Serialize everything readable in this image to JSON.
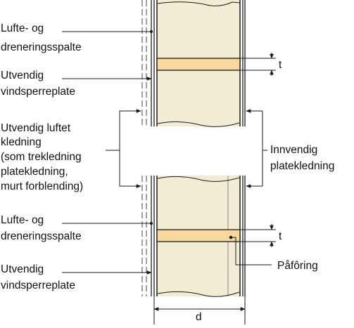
{
  "labels": {
    "air_gap_top_1": "Lufte- og",
    "air_gap_top_2": "dreneringsspalte",
    "windbarrier_top_1": "Utvendig",
    "windbarrier_top_2": "vindsperreplate",
    "ext_cladding_1": "Utvendig luftet",
    "ext_cladding_2": "kledning",
    "ext_cladding_3": "(som trekledning",
    "ext_cladding_4": "platekledning,",
    "ext_cladding_5": "murt forblending)",
    "int_cladding_1": "Innvendig",
    "int_cladding_2": "platekledning",
    "air_gap_bot_1": "Lufte- og",
    "air_gap_bot_2": "dreneringsspalte",
    "windbarrier_bot_1": "Utvendig",
    "windbarrier_bot_2": "vindsperreplate",
    "furring": "Påfôring",
    "thickness_top": "t",
    "thickness_bot": "t",
    "depth": "d"
  },
  "colors": {
    "insulation": "#f3ecd5",
    "wood": "#f7d9a0",
    "line": "#1a1a1a",
    "dashed": "#444444"
  }
}
